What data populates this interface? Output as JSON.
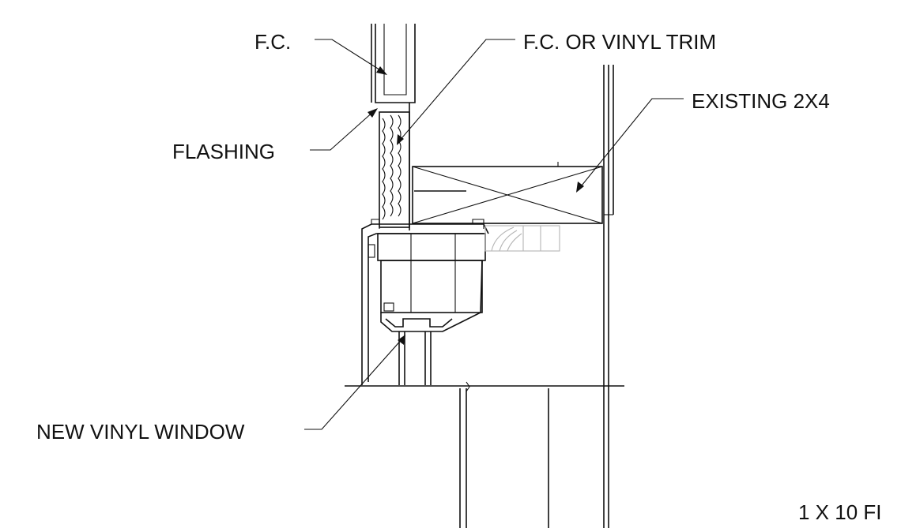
{
  "labels": {
    "fc": "F.C.",
    "fc_or_vinyl_trim": "F.C. OR VINYL TRIM",
    "existing_2x4": "EXISTING 2X4",
    "flashing": "FLASHING",
    "new_vinyl_window": "NEW VINYL WINDOW",
    "scale_note": "1 X 10 FI"
  },
  "colors": {
    "line": "#111111",
    "faint_line": "#b5b5b5",
    "background": "#ffffff"
  }
}
